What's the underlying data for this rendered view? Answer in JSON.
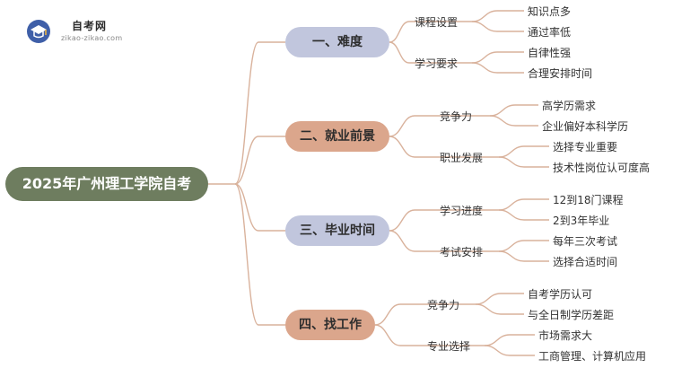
{
  "logo": {
    "title": "自考网",
    "url": "zikao-zikao.com"
  },
  "root": {
    "label": "2025年广州理工学院自考"
  },
  "branches": [
    {
      "label": "一、难度",
      "subs": [
        {
          "label": "课程设置",
          "leaves": [
            "知识点多",
            "通过率低"
          ]
        },
        {
          "label": "学习要求",
          "leaves": [
            "自律性强",
            "合理安排时间"
          ]
        }
      ]
    },
    {
      "label": "二、就业前景",
      "subs": [
        {
          "label": "竞争力",
          "leaves": [
            "高学历需求",
            "企业偏好本科学历"
          ]
        },
        {
          "label": "职业发展",
          "leaves": [
            "选择专业重要",
            "技术性岗位认可度高"
          ]
        }
      ]
    },
    {
      "label": "三、毕业时间",
      "subs": [
        {
          "label": "学习进度",
          "leaves": [
            "12到18门课程",
            "2到3年毕业"
          ]
        },
        {
          "label": "考试安排",
          "leaves": [
            "每年三次考试",
            "选择合适时间"
          ]
        }
      ]
    },
    {
      "label": "四、找工作",
      "subs": [
        {
          "label": "竞争力",
          "leaves": [
            "自考学历认可",
            "与全日制学历差距"
          ]
        },
        {
          "label": "专业选择",
          "leaves": [
            "市场需求大",
            "工商管理、计算机应用"
          ]
        }
      ]
    }
  ],
  "colors": {
    "root": "#6e7d5f",
    "branch_blue": "#c1c6dd",
    "branch_tan": "#dba68c",
    "line": "#d9b29c"
  }
}
